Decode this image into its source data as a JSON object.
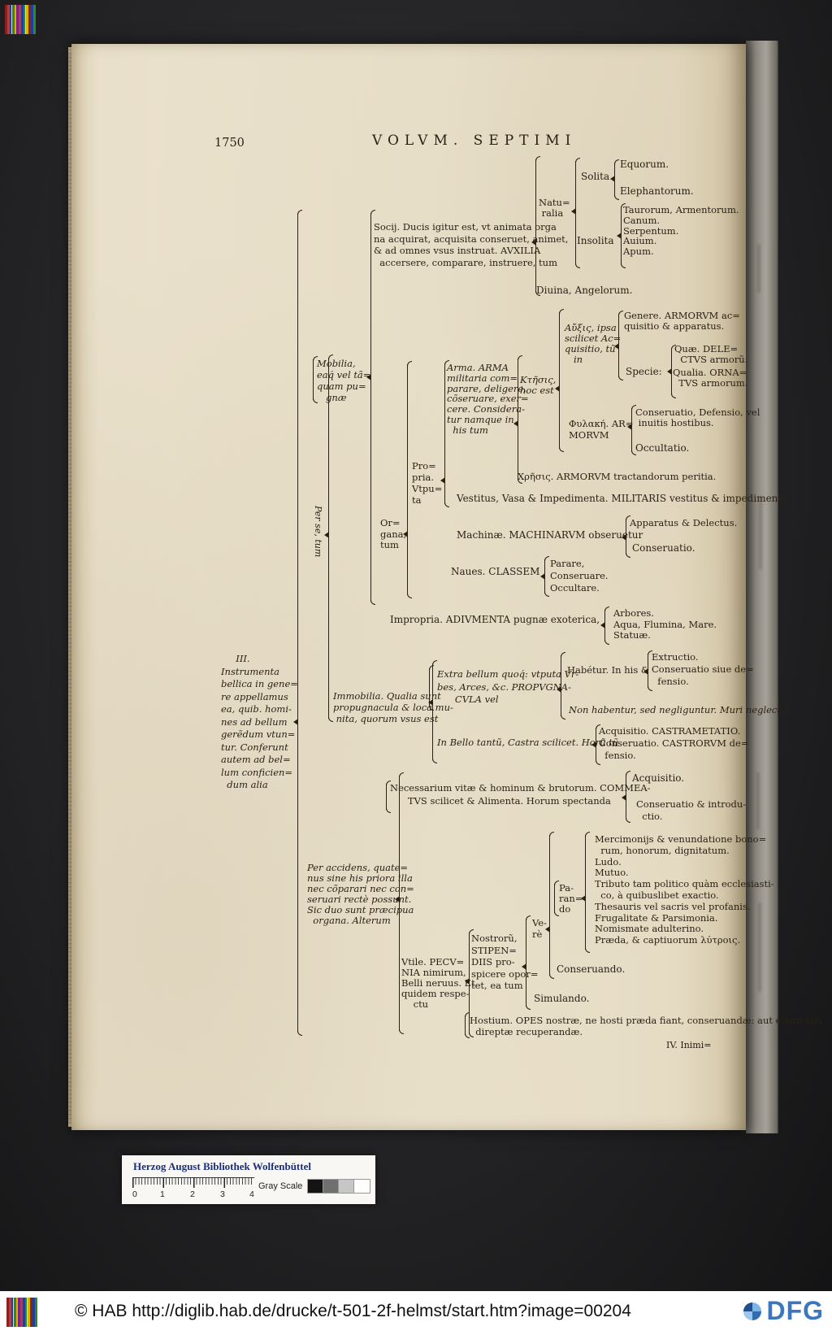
{
  "page": {
    "number": "1750",
    "title": "VOLVM. SEPTIMI",
    "catchword": "IV. Inimi="
  },
  "tree": {
    "socij": "Socij. Ducis igitur est, vt animata orga\nna acquirat, acquisita conseruet, animet,\n& ad omnes vsus instruat. AVXILIA\n  accersere, comparare, instruere, tum",
    "naturalia": "Natu=\n ralia",
    "solita": "Solita",
    "equorum": "Equorum.",
    "elephantorum": "Elephantorum.",
    "insolita": "Insolita",
    "insolita_items": "Taurorum, Armentorum.\nCanum.\nSerpentum.\nAuium.\nApum.",
    "diuina": "Diuina, Angelorum.",
    "mobilia": "Mobilia,\neaq́ vel tã=\nquam pu=\n   gnæ",
    "per_se": "Per se, tum",
    "arma": "Arma. ARMA\nmilitaria com=\nparare, deligere,\ncõseruare, exer=\ncere. Considera-\ntur namque in\n  his tum",
    "ktesis": "Κτῆσις,\nhoc est",
    "auxesis": "Αὔξις, ipsa\nscilicet Ac=\nquisitio, tũ\n   in",
    "genere": "Genere. ARMORVM ac=\nquisitio & apparatus.",
    "specie": "Specie:",
    "quae": "Quæ. DELE=\n  CTVS armorũ.",
    "qualia": "Qualia. ORNA=\n  TVS armorum.",
    "phylake": "Φυλακή. AR=\nMORVM",
    "conseruatio_defensio": "Conseruatio, Defensio, vel\n inuitis hostibus.",
    "occultatio": "Occultatio.",
    "chresis": "Χρῆσις. ARMORVM tractandorum peritia.",
    "propria": "Pro=\npria.\nVtpu=\nta",
    "vestitus": "Vestitus, Vasa & Impedimenta. MILITARIS vestitus & impedimenta.",
    "organa": "Or=\ngana,\ntum",
    "machinae": "Machinæ. MACHINARVM obseruetur",
    "apparatus": "Apparatus & Delectus.",
    "conseruatio_machinae": "Conseruatio.",
    "naues": "Naues. CLASSEM",
    "naues_items": "Parare,\nConseruare.\nOccultare.",
    "impropria": "Impropria. ADIVMENTA pugnæ exoterica,",
    "impropria_items": "Arbores.\nAqua, Flumina, Mare.\nStatuæ.",
    "iii_label": "     III.\nInstrumenta\nbellica in gene=\nre appellamus\nea, quib. homi-\nnes ad bellum\ngerẽdum vtun=\ntur. Conferunt\nautem ad bel=\nlum conficien=\n  dum alia",
    "immobilia": "Immobilia. Qualia sunt\npropugnacula & loca mu-\n nita, quorum vsus est",
    "extra_bellum": "Extra bellum quoq́: vtputa Vr-\nbes, Arces, &c. PROPVGNA-\n      CVLA vel",
    "habetur": "Habétur. In his &",
    "habetur_items": "Extructio.\nConseruatio siue de=\n  fensio.",
    "non_habentur": "Non habentur, sed negliguntur. Muri neglecti.",
    "in_bello": "In Bello tantũ, Castra scilicet. Horũ tũ",
    "in_bello_items": "Acquisitio. CASTRAMETATIO.\nConseruatio. CASTRORVM de=\n  fensio.",
    "necessarium": "Necessarium vitæ & hominum & brutorum. COMMEA-\n      TVS scilicet & Alimenta. Horum spectanda",
    "acquisitio": "Acquisitio.",
    "conseruatio_introductio": "Conseruatio & introdu-\n  ctio.",
    "per_accidens": "Per accidens, quate=\nnus sine his priora illa\nnec cõparari nec con=\nseruari rectè possunt.\nSic duo sunt præcipua\n  organa. Alterum",
    "vtile": "Vtile. PECV=\nNIA nimirum,\nBelli neruus. Et\nquidem respe-\n    ctu",
    "nostrorum": "Nostrorũ,\nSTIPEN=\nDIIS pro-\nspicere opor=\ntet, ea tum",
    "vere": "Ve-\nrè",
    "parando": "Pa-\nran=\ndo",
    "parando_items": "Mercimonijs & venundatione bono=\n  rum, honorum, dignitatum.\nLudo.\nMutuo.\nTributo tam politico quàm ecclesiasti-\n  co, à quibuslibet exactio.\nThesauris vel sacris vel profanis.\nFrugalitate & Parsimonia.\nNomismate adulterino.\nPræda, & captiuorum λύτροις.",
    "conseruando": "Conseruando.",
    "simulando": "Simulando.",
    "hostium": "Hostium. OPES nostræ, ne hosti præda fiant, conseruandæ: aut etiam iam\n  direptæ recuperandæ."
  },
  "colorbar": {
    "title": "Herzog August Bibliothek Wolfenbüttel",
    "gray_scale_label": "Gray Scale",
    "numbers": [
      "0",
      "1",
      "2",
      "3",
      "4"
    ],
    "swatches": [
      "#141414",
      "#707070",
      "#c6c6c6",
      "#fdfdfd"
    ]
  },
  "footer": {
    "url_text": "© HAB http://diglib.hab.de/drucke/t-501-2f-helmst/start.htm?image=00204",
    "dfg_label": "DFG"
  },
  "colors": {
    "page_background": "#e9e0cb",
    "ink": "#2a2115",
    "hab_blue": "#1b2f7a",
    "dfg_blue": "#3c77bd"
  },
  "icons": {
    "top_left": "color-calibration-barcode",
    "footer_left": "color-calibration-barcode",
    "dfg_mark": "dfg-logo-mark"
  }
}
